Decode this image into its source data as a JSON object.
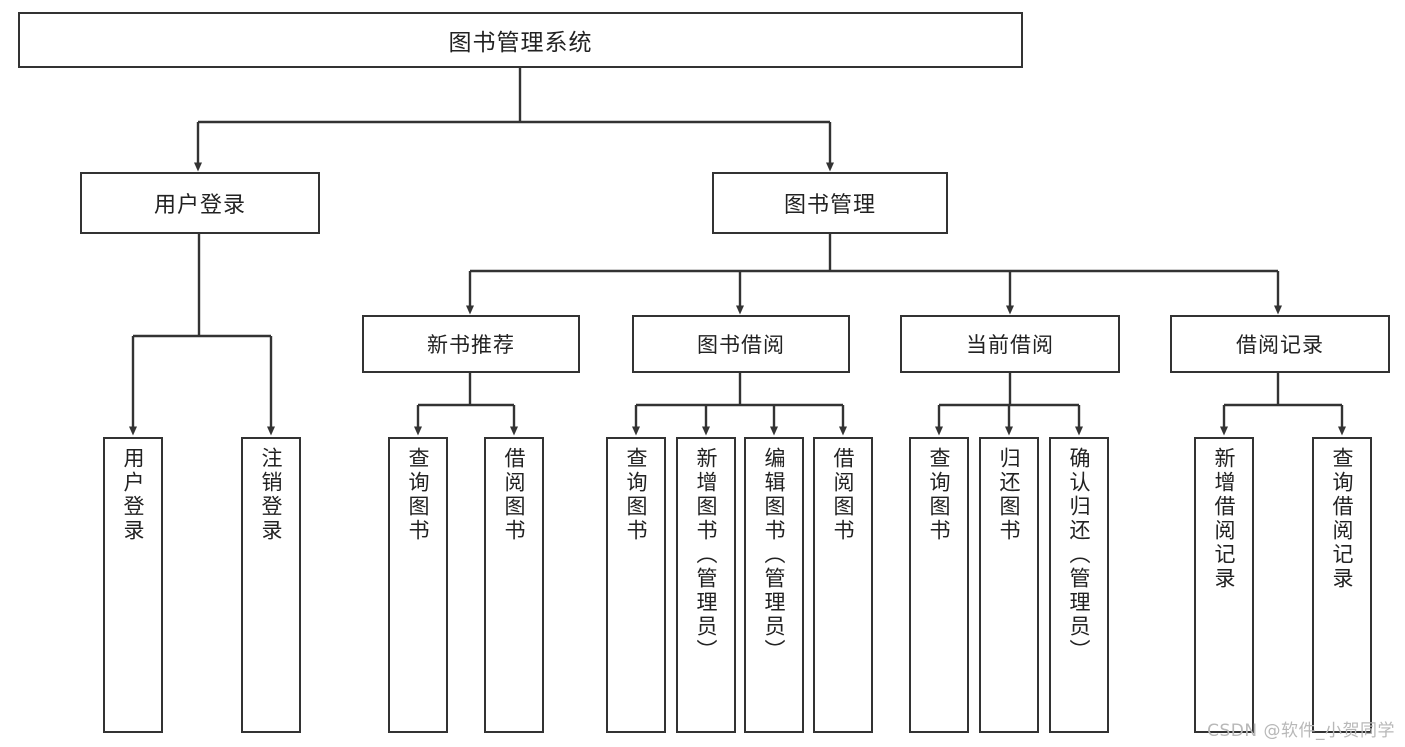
{
  "diagram": {
    "title": "图书管理系统",
    "watermark": "CSDN @软件_小贺同学",
    "stroke_color": "#333333",
    "fill_color": "#ffffff",
    "text_color": "#222222",
    "watermark_color": "#b8b8b8"
  },
  "nodes": {
    "root": {
      "label": "图书管理系统"
    },
    "level2": [
      {
        "label": "用户登录"
      },
      {
        "label": "图书管理"
      }
    ],
    "level3": [
      {
        "label": "新书推荐"
      },
      {
        "label": "图书借阅"
      },
      {
        "label": "当前借阅"
      },
      {
        "label": "借阅记录"
      }
    ],
    "leaves": {
      "user_login": [
        {
          "label": "用户登录"
        },
        {
          "label": "注销登录"
        }
      ],
      "new_book_recommend": [
        {
          "label": "查询图书"
        },
        {
          "label": "借阅图书"
        }
      ],
      "book_borrow": [
        {
          "label": "查询图书"
        },
        {
          "label": "新增图书（管理员）"
        },
        {
          "label": "编辑图书（管理员）"
        },
        {
          "label": "借阅图书"
        }
      ],
      "current_borrow": [
        {
          "label": "查询图书"
        },
        {
          "label": "归还图书"
        },
        {
          "label": "确认归还（管理员）"
        }
      ],
      "borrow_record": [
        {
          "label": "新增借阅记录"
        },
        {
          "label": "查询借阅记录"
        }
      ]
    }
  }
}
